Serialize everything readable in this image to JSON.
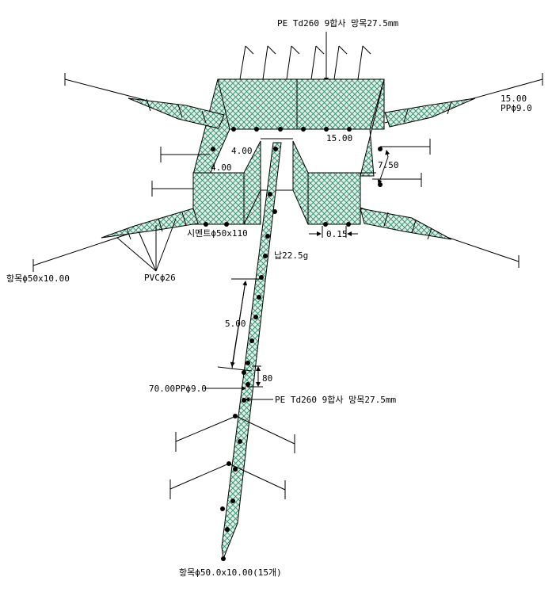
{
  "labels": {
    "top_net": "PE Td260 9합사 망목27.5mm",
    "right_wing": "15.00",
    "right_rope": "PPϕ9.0",
    "top_width": "15.00",
    "dim_inner_left": "4.00",
    "dim_lower_left": "4.00",
    "dim_right_750": "7.50",
    "dim_bottom_015": "0.15",
    "cement": "시멘트ϕ50x110",
    "lead": "납22.5g",
    "left_pile": "항목ϕ50x10.00",
    "pvc": "PVCϕ26",
    "leader_spacing": "5.00",
    "leader_80": "80",
    "leader_rope": "70.00PPϕ9.0",
    "leader_net": "PE Td260 9합사 망목27.5mm",
    "bottom_pile": "항목ϕ50.0x10.00(15개)"
  },
  "colors": {
    "mesh_fill": "#dff0e8",
    "mesh_line": "#2e8a6a",
    "stroke": "#000000"
  }
}
